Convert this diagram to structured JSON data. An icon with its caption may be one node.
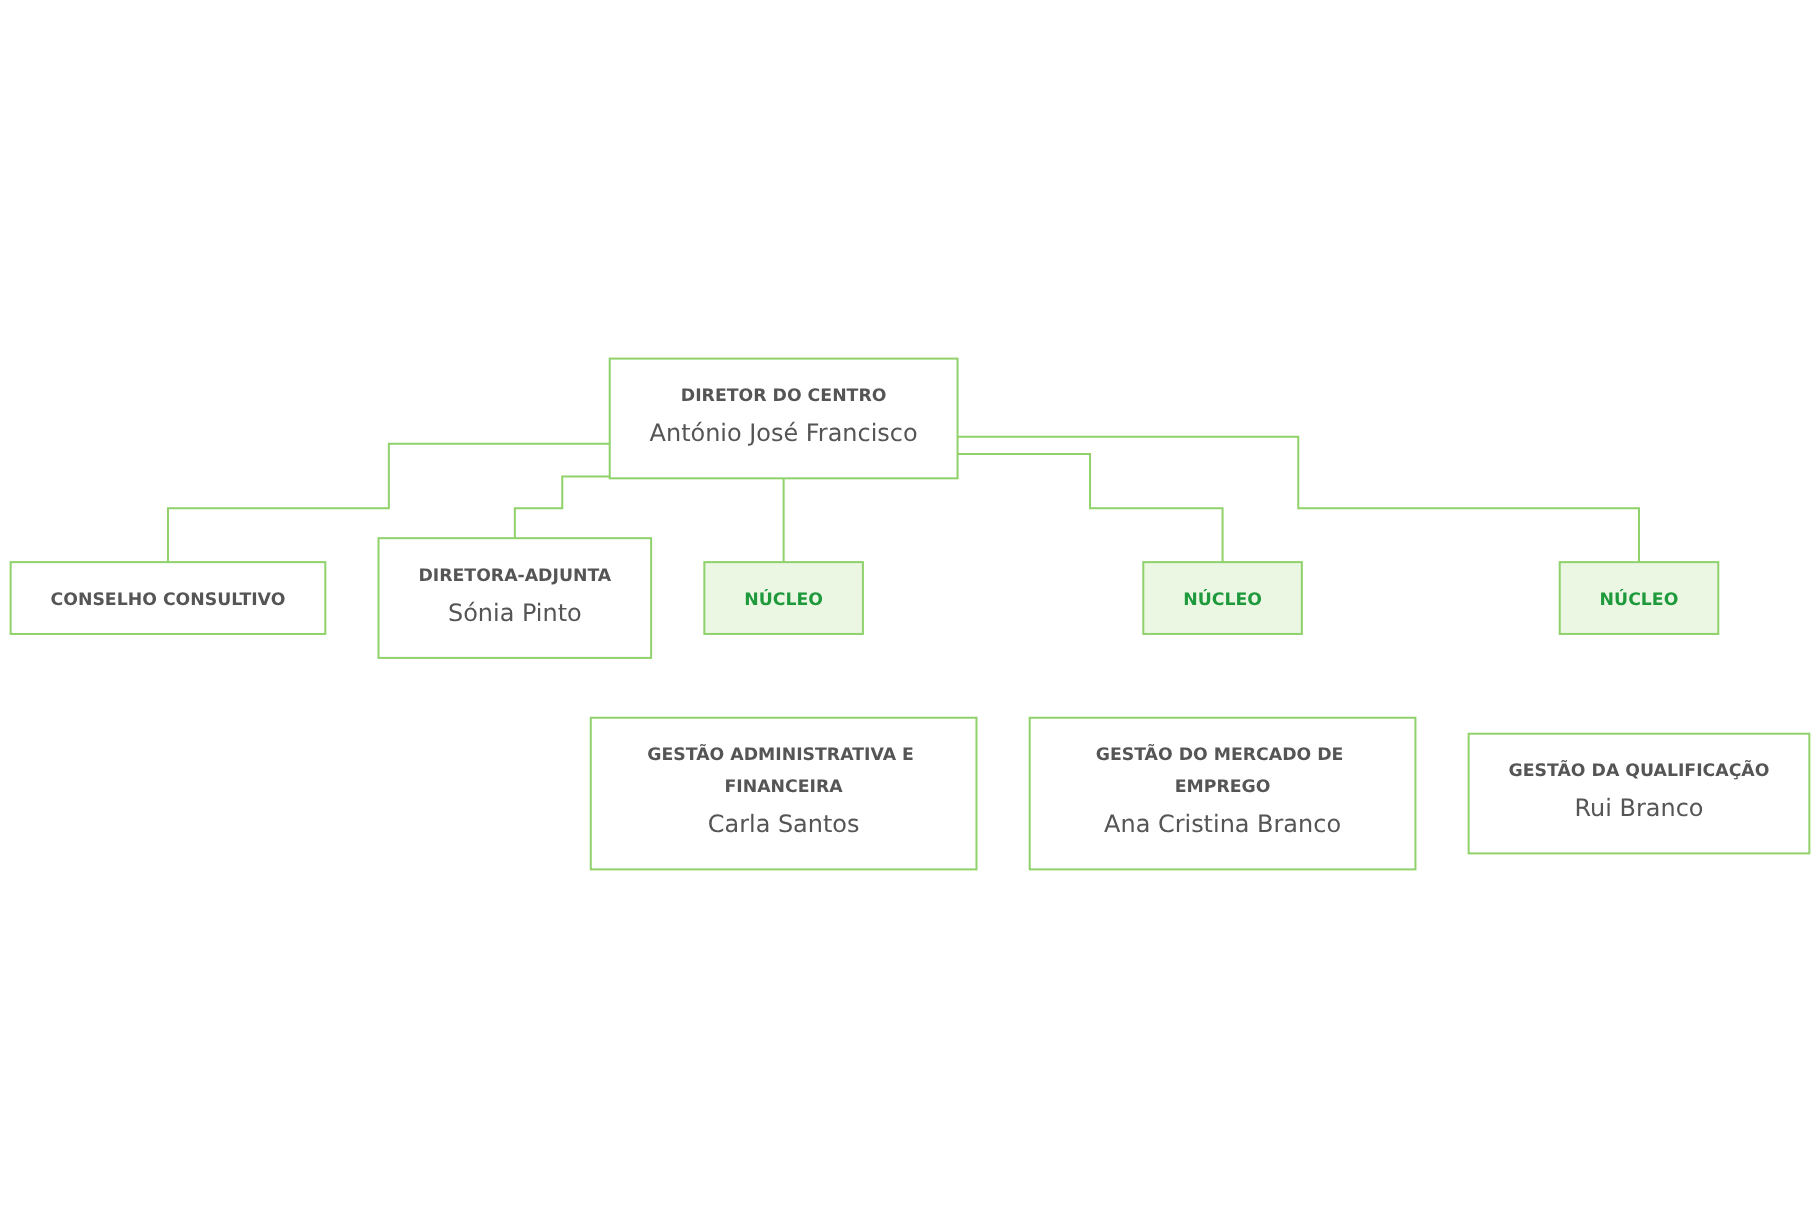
{
  "diagram": {
    "nodes": [
      {
        "text": [
          "DIRETOR DO CENTRO",
          "António José Francisco"
        ]
      },
      {
        "text": [
          "CONSELHO CONSULTIVO"
        ]
      },
      {
        "text": [
          "DIRETORA-ADJUNTA",
          "Sónia Pinto"
        ]
      },
      {
        "text": [
          "NÚCLEO"
        ]
      },
      {
        "text": [
          "NÚCLEO"
        ]
      },
      {
        "text": [
          "NÚCLEO"
        ]
      },
      {
        "text": [
          "GESTÃO ADMINISTRATIVA E FINANCEIRA",
          "Carla Santos"
        ]
      },
      {
        "text": [
          "GESTÃO DO MERCADO DE EMPREGO",
          "Ana Cristina Branco"
        ]
      },
      {
        "text": [
          "GESTÃO DA QUALIFICAÇÃO",
          "Rui Branco"
        ]
      }
    ],
    "edges": [
      {
        "from": 0,
        "to": 1,
        "arrow": "none"
      },
      {
        "from": 0,
        "to": 2,
        "arrow": "none"
      },
      {
        "from": 0,
        "to": 3,
        "arrow": "none"
      },
      {
        "from": 0,
        "to": 4,
        "arrow": "none"
      },
      {
        "from": 0,
        "to": 5,
        "arrow": "none"
      }
    ]
  }
}
